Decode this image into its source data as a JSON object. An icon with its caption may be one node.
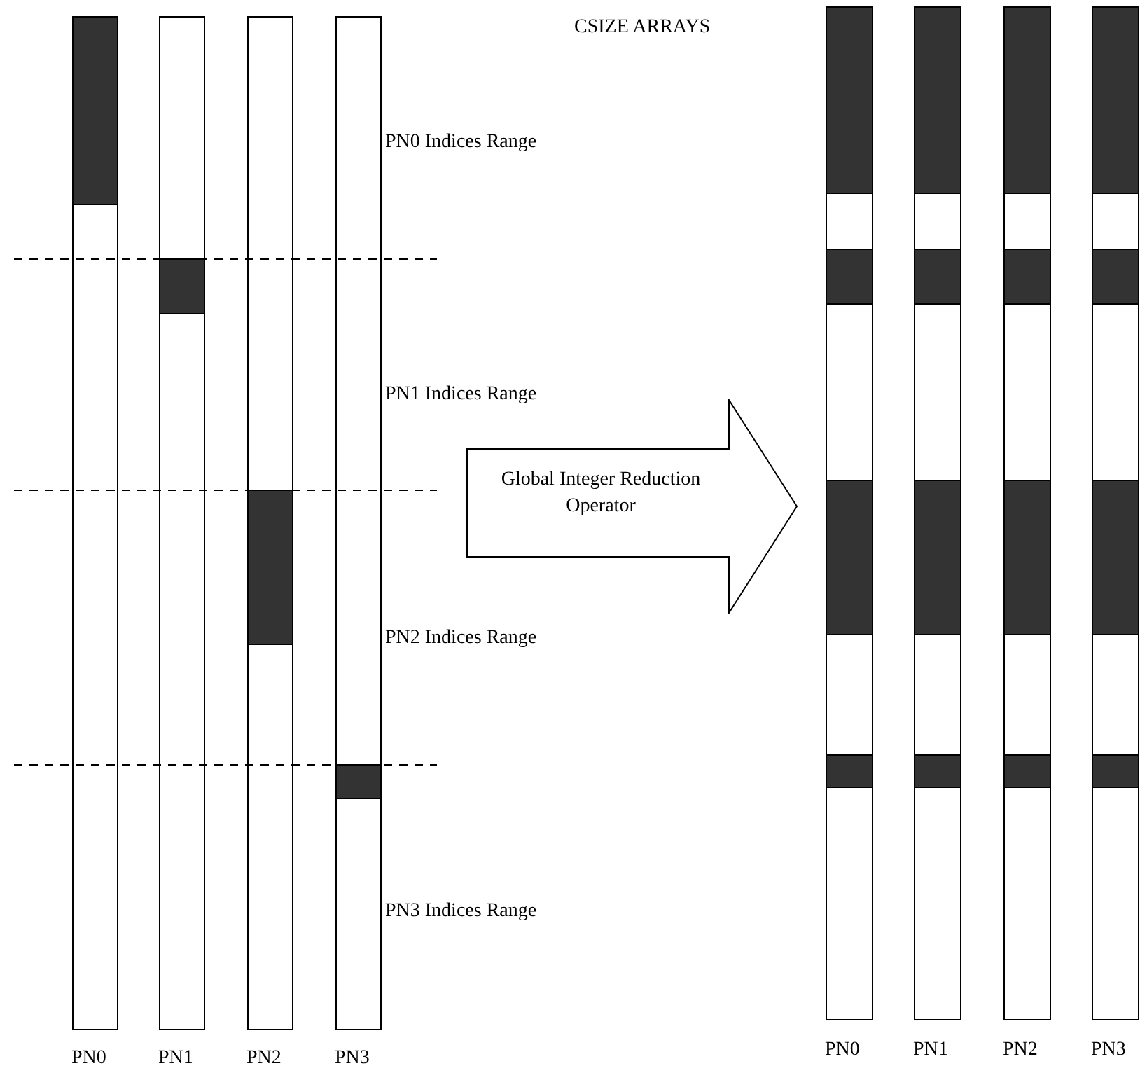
{
  "diagram": {
    "nodes": [
      {
        "text": [
          "Global Integer Reduction Operator"
        ]
      }
    ],
    "labels": [
      "CSIZE ARRAYS",
      "PN0 Indices Range",
      "PN1 Indices Range",
      "PN2 Indices Range",
      "PN3 Indices Range",
      "PN0",
      "PN1",
      "PN2",
      "PN3",
      "PN0",
      "PN1",
      "PN2",
      "PN3"
    ]
  }
}
